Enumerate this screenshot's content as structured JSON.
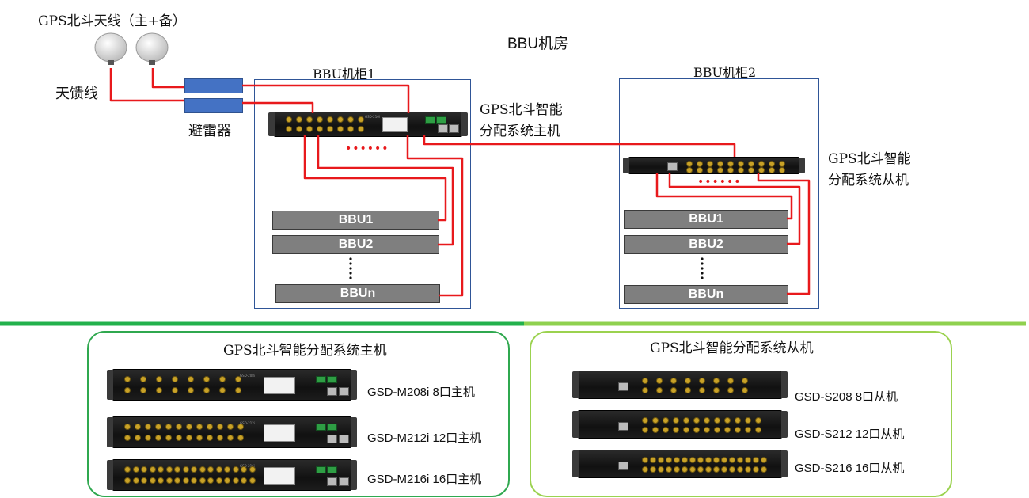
{
  "top": {
    "antenna_title": "GPS北斗天线（主+备）",
    "room_title": "BBU机房",
    "feeder_label": "天馈线",
    "arrester_label": "避雷器"
  },
  "cabinet1": {
    "title": "BBU机柜1",
    "host_label_line1": "GPS北斗智能",
    "host_label_line2": "分配系统主机",
    "dots": "••••••",
    "host_model_text": "GSD-216i",
    "bbus": [
      "BBU1",
      "BBU2",
      "BBUn"
    ]
  },
  "cabinet2": {
    "title": "BBU机柜2",
    "slave_label_line1": "GPS北斗智能",
    "slave_label_line2": "分配系统从机",
    "dots": "••••••",
    "bbus": [
      "BBU1",
      "BBU2",
      "BBUn"
    ]
  },
  "colors": {
    "cable": "#e8191c",
    "cabinet_border": "#2f5597",
    "divider_dark": "#22b14c",
    "divider_light": "#8fd14f",
    "host_panel_border": "#2fa84f",
    "slave_panel_border": "#9bd24f",
    "arrester": "#4472c4",
    "bbu_fill": "#7f7f7f"
  },
  "host_panel": {
    "title": "GPS北斗智能分配系统主机",
    "models": [
      "GSD-M208i 8口主机",
      "GSD-M212i 12口主机",
      "GSD-M216i 16口主机"
    ],
    "device_names": [
      "GSD-208i",
      "GSD-212i",
      "GSD-216i"
    ]
  },
  "slave_panel": {
    "title": "GPS北斗智能分配系统从机",
    "models": [
      "GSD-S208 8口从机",
      "GSD-S212 12口从机",
      "GSD-S216 16口从机"
    ]
  }
}
